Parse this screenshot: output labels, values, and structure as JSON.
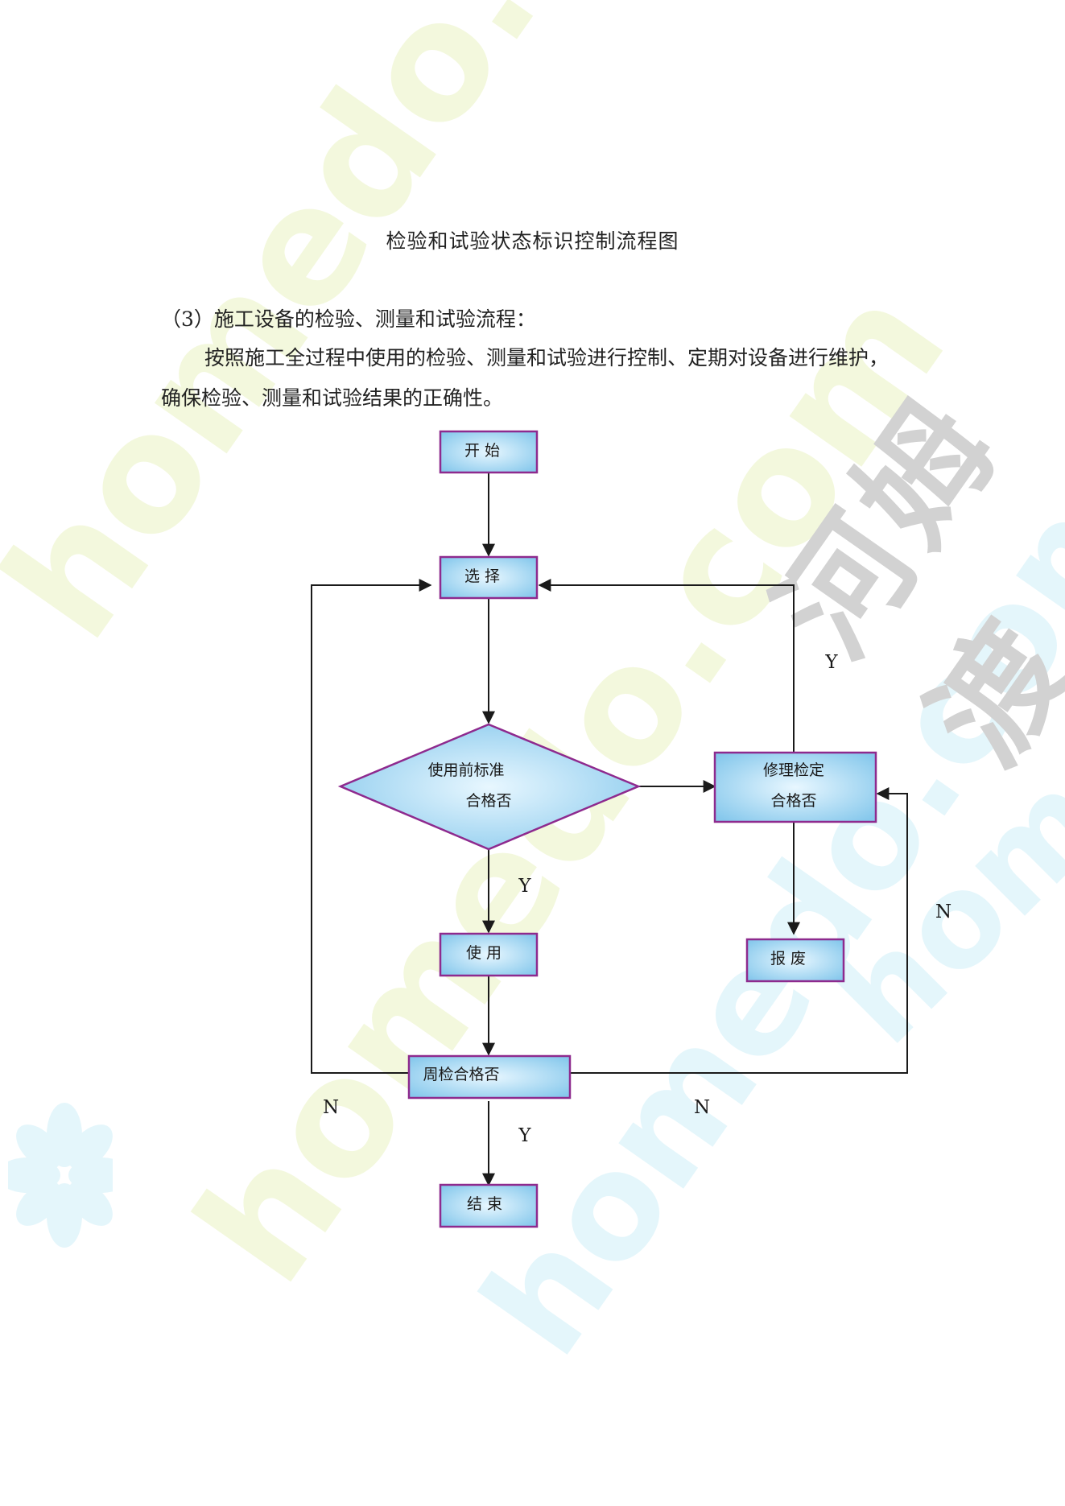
{
  "title": "检验和试验状态标识控制流程图",
  "section_heading": "（3）施工设备的检验、测量和试验流程：",
  "body_text": "按照施工全过程中使用的检验、测量和试验进行控制、定期对设备进行维护，确保检验、测量和试验结果的正确性。",
  "flowchart": {
    "start": "开 始",
    "select": "选 择",
    "pre_use_line1": "使用前标准",
    "pre_use_line2": "合格否",
    "repair_line1": "修理检定",
    "repair_line2": "合格否",
    "use": "使 用",
    "scrap": "报 废",
    "weekly_check": "周检合格否",
    "end": "结 束",
    "label_y": "Y",
    "label_n": "N"
  },
  "watermarks": {
    "text_cn": "河姆渡",
    "text_en": "homedo.com"
  },
  "colors": {
    "box_border": "#8e2a8e",
    "box_fill_center": "#e8f7ff",
    "box_fill_edge": "#86c8ec",
    "line": "#1a1a1a",
    "watermark_green": "#f3f8dd",
    "watermark_cyan": "#e4f6fb",
    "watermark_gray": "#d2d2d2"
  }
}
